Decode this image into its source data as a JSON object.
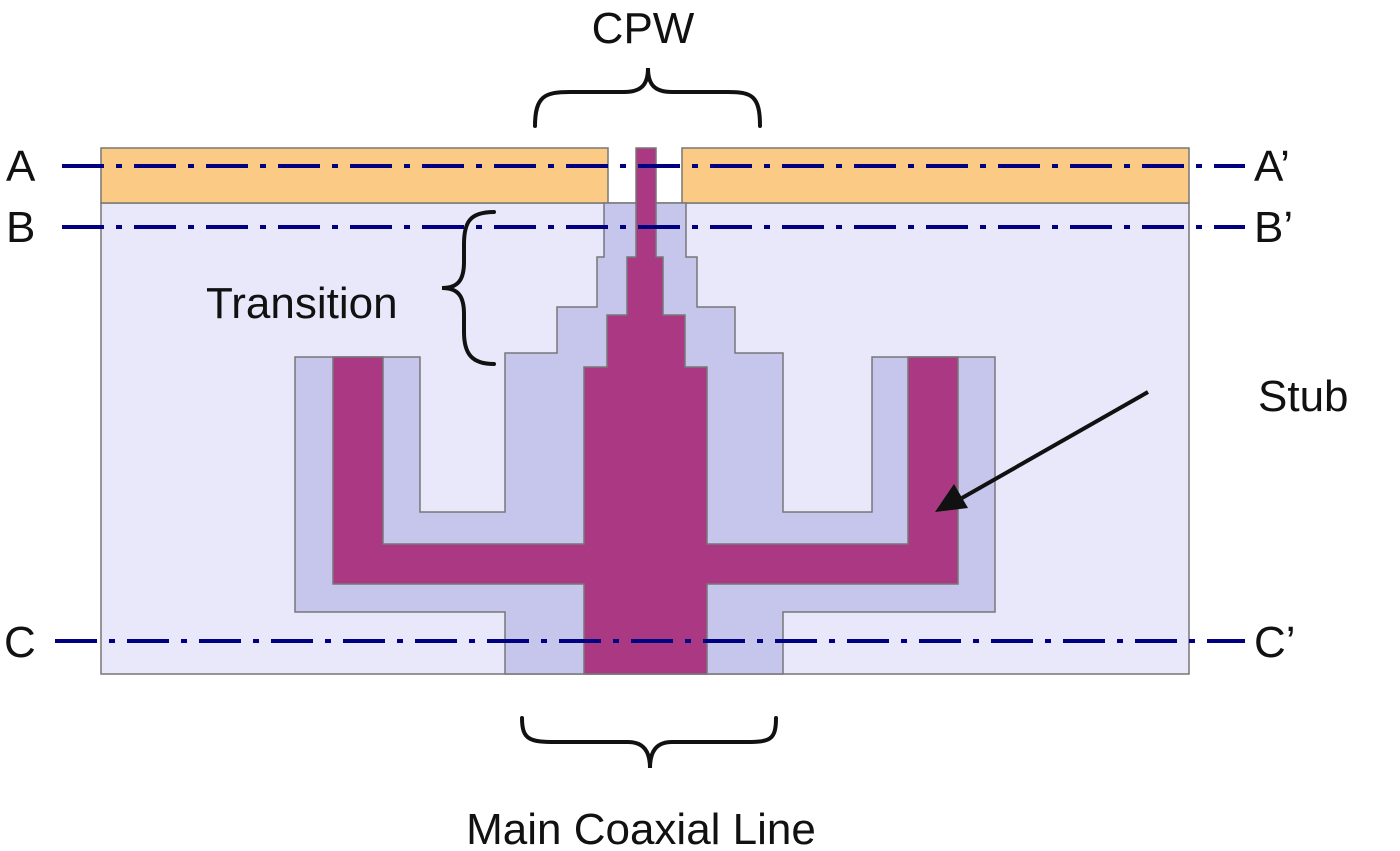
{
  "labels": {
    "cpw": "CPW",
    "transition": "Transition",
    "stub": "Stub",
    "main_coaxial_line": "Main Coaxial Line"
  },
  "cut_lines": [
    {
      "start": "A",
      "end": "A’"
    },
    {
      "start": "B",
      "end": "B’"
    },
    {
      "start": "C",
      "end": "C’"
    }
  ],
  "colors": {
    "substrate": "#E8E8FA",
    "dielectric": "#C6C6EC",
    "conductor": "#AA3882",
    "cpw_ground": "#FBCB86",
    "cut_line": "#000080",
    "outline": "#777777"
  }
}
